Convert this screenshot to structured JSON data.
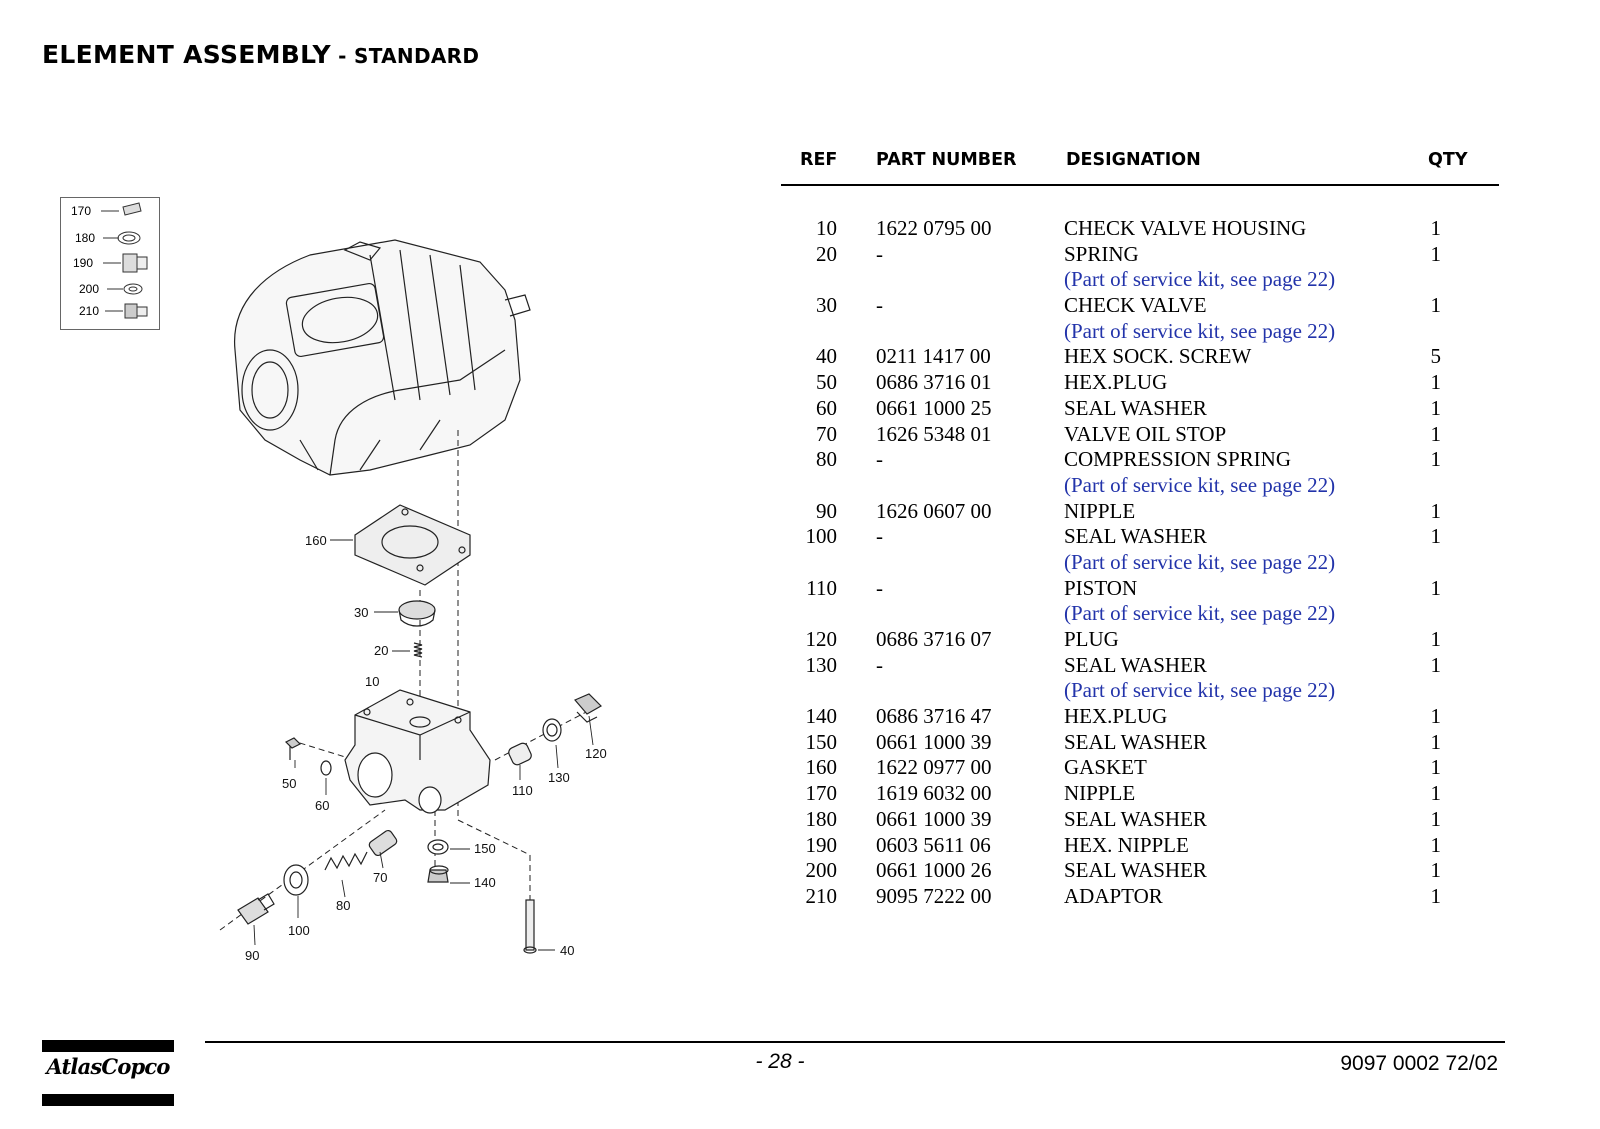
{
  "header": {
    "title_main": "ELEMENT ASSEMBLY",
    "title_sub": " - STANDARD"
  },
  "inset": {
    "labels": [
      "170",
      "180",
      "190",
      "200",
      "210"
    ]
  },
  "diagram": {
    "labels": [
      "160",
      "30",
      "20",
      "10",
      "50",
      "60",
      "110",
      "130",
      "120",
      "150",
      "140",
      "70",
      "80",
      "100",
      "90",
      "40"
    ]
  },
  "table": {
    "headers": {
      "ref": "REF",
      "part": "PART NUMBER",
      "desig": "DESIGNATION",
      "qty": "QTY"
    },
    "rows": [
      {
        "ref": "10",
        "part": "1622 0795 00",
        "desig": "CHECK VALVE HOUSING",
        "qty": "1"
      },
      {
        "ref": "20",
        "part": "-",
        "desig": "SPRING",
        "qty": "1",
        "note": "(Part of service kit, see page 22)"
      },
      {
        "ref": "30",
        "part": "-",
        "desig": "CHECK VALVE",
        "qty": "1",
        "note": "(Part of service kit, see page 22)"
      },
      {
        "ref": "40",
        "part": "0211 1417 00",
        "desig": "HEX SOCK. SCREW",
        "qty": "5"
      },
      {
        "ref": "50",
        "part": "0686 3716 01",
        "desig": "HEX.PLUG",
        "qty": "1"
      },
      {
        "ref": "60",
        "part": "0661 1000 25",
        "desig": "SEAL WASHER",
        "qty": "1"
      },
      {
        "ref": "70",
        "part": "1626 5348 01",
        "desig": "VALVE OIL STOP",
        "qty": "1"
      },
      {
        "ref": "80",
        "part": "-",
        "desig": "COMPRESSION SPRING",
        "qty": "1",
        "note": "(Part of service kit, see page 22)"
      },
      {
        "ref": "90",
        "part": "1626 0607 00",
        "desig": "NIPPLE",
        "qty": "1"
      },
      {
        "ref": "100",
        "part": "-",
        "desig": "SEAL WASHER",
        "qty": "1",
        "note": "(Part of service kit, see page 22)"
      },
      {
        "ref": "110",
        "part": "-",
        "desig": "PISTON",
        "qty": "1",
        "note": "(Part of service kit, see page 22)"
      },
      {
        "ref": "120",
        "part": "0686 3716 07",
        "desig": "PLUG",
        "qty": "1"
      },
      {
        "ref": "130",
        "part": "-",
        "desig": "SEAL WASHER",
        "qty": "1",
        "note": "(Part of service kit, see page 22)"
      },
      {
        "ref": "140",
        "part": "0686 3716 47",
        "desig": "HEX.PLUG",
        "qty": "1"
      },
      {
        "ref": "150",
        "part": "0661 1000 39",
        "desig": "SEAL WASHER",
        "qty": "1"
      },
      {
        "ref": "160",
        "part": "1622 0977 00",
        "desig": "GASKET",
        "qty": "1"
      },
      {
        "ref": "170",
        "part": "1619 6032 00",
        "desig": "NIPPLE",
        "qty": "1"
      },
      {
        "ref": "180",
        "part": "0661 1000 39",
        "desig": "SEAL WASHER",
        "qty": "1"
      },
      {
        "ref": "190",
        "part": "0603 5611 06",
        "desig": "HEX. NIPPLE",
        "qty": "1"
      },
      {
        "ref": "200",
        "part": "0661 1000 26",
        "desig": "SEAL WASHER",
        "qty": "1"
      },
      {
        "ref": "210",
        "part": "9095 7222 00",
        "desig": "ADAPTOR",
        "qty": "1"
      }
    ]
  },
  "footer": {
    "page": "- 28 -",
    "doc_number": "9097 0002 72/02",
    "logo_text": "AtlasCopco"
  }
}
